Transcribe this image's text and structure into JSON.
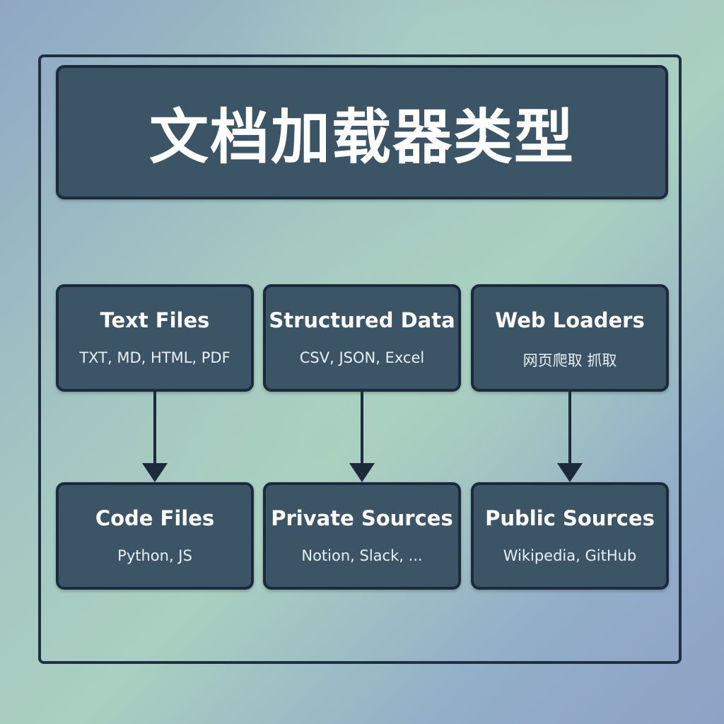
{
  "title": "文档加载器类型",
  "colors": {
    "box_fill": "#3c5566",
    "box_border": "#1c2b3b",
    "frame_border": "#1f3042",
    "text": "#ffffff"
  },
  "top_row": [
    {
      "title": "Text Files",
      "subtitle": "TXT, MD, HTML, PDF"
    },
    {
      "title": "Structured Data",
      "subtitle": "CSV, JSON, Excel"
    },
    {
      "title": "Web Loaders",
      "subtitle": "网页爬取 抓取"
    }
  ],
  "bottom_row": [
    {
      "title": "Code Files",
      "subtitle": "Python, JS"
    },
    {
      "title": "Private Sources",
      "subtitle": "Notion, Slack, ..."
    },
    {
      "title": "Public Sources",
      "subtitle": "Wikipedia, GitHub"
    }
  ]
}
